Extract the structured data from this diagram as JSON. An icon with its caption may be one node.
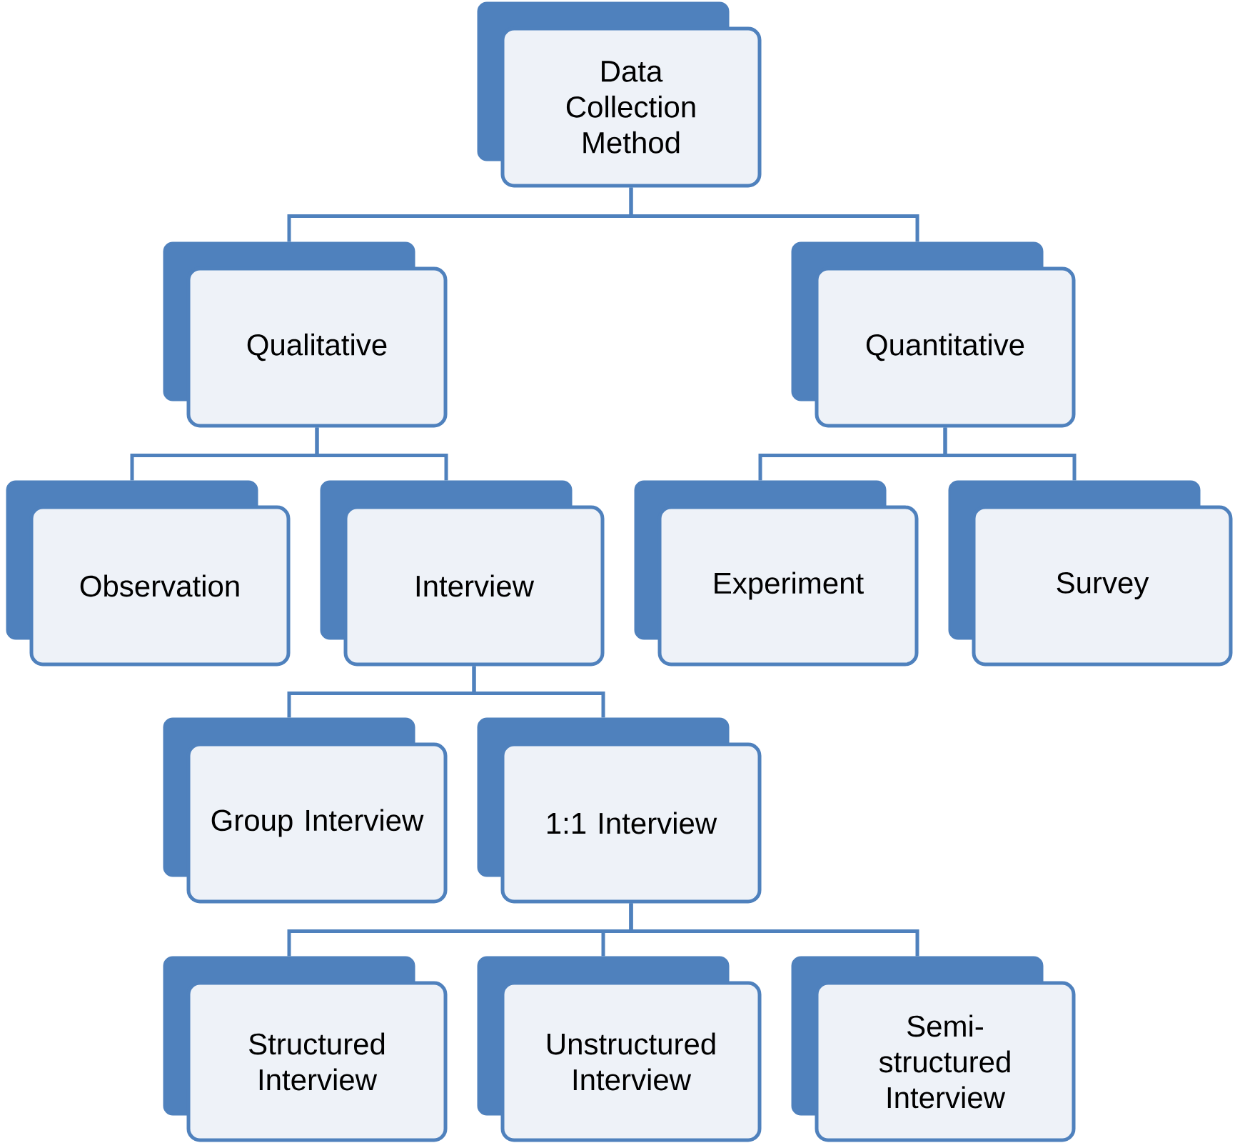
{
  "diagram": {
    "nodes": [
      {
        "text": [
          "Data Collection Method"
        ]
      },
      {
        "text": [
          "Qualitative"
        ]
      },
      {
        "text": [
          "Quantitative"
        ]
      },
      {
        "text": [
          "Observation"
        ]
      },
      {
        "text": [
          "Interview"
        ]
      },
      {
        "text": [
          "Experiment"
        ]
      },
      {
        "text": [
          "Survey"
        ]
      },
      {
        "text": [
          "Group Interview"
        ]
      },
      {
        "text": [
          "1:1 Interview"
        ]
      },
      {
        "text": [
          "Structured Interview"
        ]
      },
      {
        "text": [
          "Unstructured Interview"
        ]
      },
      {
        "text": [
          "Semi-structured Interview"
        ]
      }
    ],
    "edges": [
      {
        "from": 0,
        "to": 1,
        "arrow": "none"
      },
      {
        "from": 0,
        "to": 2,
        "arrow": "none"
      },
      {
        "from": 1,
        "to": 3,
        "arrow": "none"
      },
      {
        "from": 1,
        "to": 4,
        "arrow": "none"
      },
      {
        "from": 2,
        "to": 5,
        "arrow": "none"
      },
      {
        "from": 2,
        "to": 6,
        "arrow": "none"
      },
      {
        "from": 4,
        "to": 7,
        "arrow": "none"
      },
      {
        "from": 4,
        "to": 8,
        "arrow": "none"
      },
      {
        "from": 8,
        "to": 9,
        "arrow": "none"
      },
      {
        "from": 8,
        "to": 10,
        "arrow": "none"
      },
      {
        "from": 8,
        "to": 11,
        "arrow": "none"
      }
    ]
  }
}
